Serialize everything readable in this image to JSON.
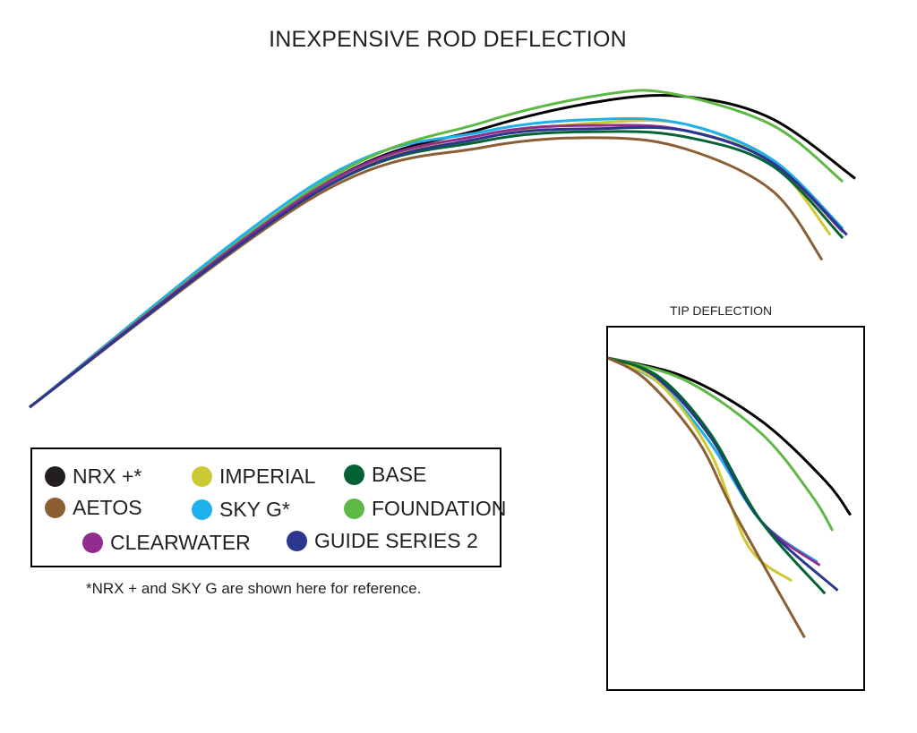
{
  "chart_data": [
    {
      "type": "line",
      "title": "INEXPENSIVE ROD DEFLECTION",
      "xlabel": "",
      "ylabel": "",
      "grid": false,
      "axes_visible": false,
      "note": "*NRX + and SKY G are shown here for reference.",
      "legend": {
        "placement": "bottom-left",
        "entries": [
          "NRX +*",
          "IMPERIAL",
          "BASE",
          "AETOS",
          "SKY G*",
          "FOUNDATION",
          "CLEARWATER",
          "GUIDE SERIES 2"
        ]
      },
      "series": [
        {
          "name": "NRX +*",
          "color": "#000000",
          "x": [
            0,
            0.35,
            0.55,
            0.7,
            0.8,
            0.9,
            1.0
          ],
          "y": [
            0,
            0.7,
            0.89,
            0.98,
            0.99,
            0.92,
            0.73
          ]
        },
        {
          "name": "IMPERIAL",
          "color": "#cdc932",
          "x": [
            0,
            0.35,
            0.55,
            0.7,
            0.8,
            0.9,
            0.97
          ],
          "y": [
            0,
            0.7,
            0.86,
            0.91,
            0.9,
            0.78,
            0.55
          ]
        },
        {
          "name": "BASE",
          "color": "#036334",
          "x": [
            0,
            0.35,
            0.55,
            0.7,
            0.8,
            0.9,
            0.985
          ],
          "y": [
            0,
            0.69,
            0.85,
            0.88,
            0.86,
            0.77,
            0.54
          ]
        },
        {
          "name": "AETOS",
          "color": "#8b5e34",
          "x": [
            0,
            0.35,
            0.55,
            0.7,
            0.8,
            0.9,
            0.96
          ],
          "y": [
            0,
            0.68,
            0.83,
            0.86,
            0.82,
            0.69,
            0.47
          ]
        },
        {
          "name": "SKY G*",
          "color": "#1eb0ea",
          "x": [
            0,
            0.35,
            0.55,
            0.7,
            0.8,
            0.9,
            0.985
          ],
          "y": [
            0,
            0.72,
            0.88,
            0.92,
            0.9,
            0.79,
            0.57
          ]
        },
        {
          "name": "FOUNDATION",
          "color": "#5eb846",
          "x": [
            0,
            0.35,
            0.55,
            0.7,
            0.78,
            0.9,
            0.985
          ],
          "y": [
            0,
            0.71,
            0.91,
            1.0,
            1.0,
            0.9,
            0.72
          ]
        },
        {
          "name": "CLEARWATER",
          "color": "#902d8f",
          "x": [
            0,
            0.35,
            0.55,
            0.7,
            0.8,
            0.9,
            0.985
          ],
          "y": [
            0,
            0.7,
            0.87,
            0.9,
            0.88,
            0.78,
            0.56
          ]
        },
        {
          "name": "GUIDE SERIES 2",
          "color": "#2b3690",
          "x": [
            0,
            0.35,
            0.55,
            0.7,
            0.8,
            0.9,
            0.99
          ],
          "y": [
            0,
            0.69,
            0.86,
            0.89,
            0.88,
            0.78,
            0.55
          ]
        }
      ]
    },
    {
      "type": "line",
      "title": "TIP DEFLECTION",
      "xlabel": "",
      "ylabel": "",
      "grid": false,
      "axes_visible": false,
      "series": [
        {
          "name": "NRX +*",
          "color": "#000000",
          "x": [
            0,
            0.3,
            0.6,
            0.85,
            0.95
          ],
          "y": [
            0,
            -0.06,
            -0.2,
            -0.39,
            -0.5
          ]
        },
        {
          "name": "FOUNDATION",
          "color": "#5eb846",
          "x": [
            0,
            0.3,
            0.6,
            0.8,
            0.88
          ],
          "y": [
            0,
            -0.07,
            -0.24,
            -0.44,
            -0.55
          ]
        },
        {
          "name": "SKY G*",
          "color": "#1eb0ea",
          "x": [
            0,
            0.2,
            0.4,
            0.6,
            0.82
          ],
          "y": [
            0,
            -0.08,
            -0.27,
            -0.52,
            -0.65
          ]
        },
        {
          "name": "CLEARWATER",
          "color": "#902d8f",
          "x": [
            0,
            0.2,
            0.4,
            0.6,
            0.83
          ],
          "y": [
            0,
            -0.07,
            -0.25,
            -0.52,
            -0.66
          ]
        },
        {
          "name": "GUIDE SERIES 2",
          "color": "#2b3690",
          "x": [
            0,
            0.2,
            0.4,
            0.6,
            0.9
          ],
          "y": [
            0,
            -0.07,
            -0.25,
            -0.52,
            -0.74
          ]
        },
        {
          "name": "IMPERIAL",
          "color": "#cdc932",
          "x": [
            0,
            0.2,
            0.4,
            0.55,
            0.72
          ],
          "y": [
            0,
            -0.08,
            -0.3,
            -0.6,
            -0.71
          ]
        },
        {
          "name": "BASE",
          "color": "#036334",
          "x": [
            0,
            0.2,
            0.4,
            0.6,
            0.85
          ],
          "y": [
            0,
            -0.06,
            -0.24,
            -0.52,
            -0.75
          ]
        },
        {
          "name": "AETOS",
          "color": "#8b5e34",
          "x": [
            0,
            0.15,
            0.35,
            0.5,
            0.77
          ],
          "y": [
            0,
            -0.07,
            -0.26,
            -0.5,
            -0.89
          ]
        }
      ]
    }
  ]
}
